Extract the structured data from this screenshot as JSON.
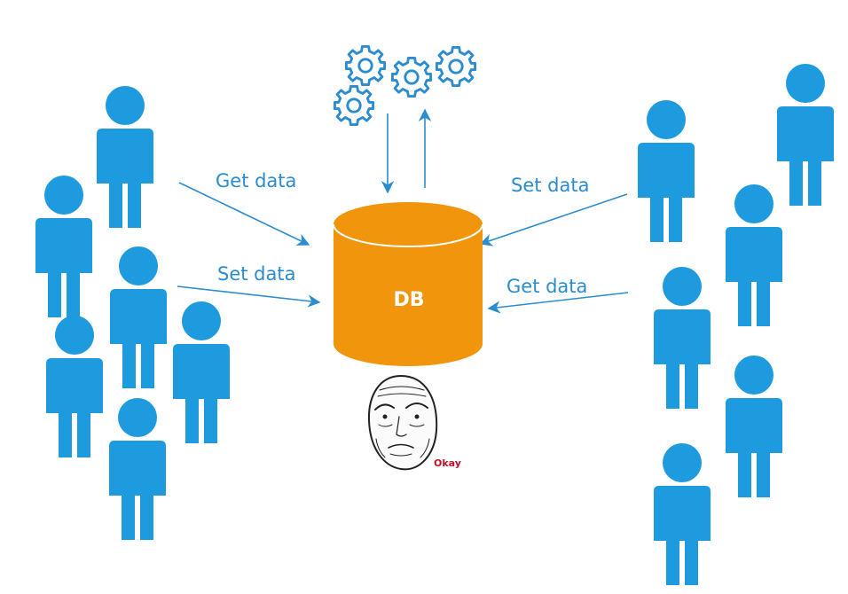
{
  "colors": {
    "person": "#1d9bde",
    "arrow": "#2b8ccf",
    "label": "#2b8ccf",
    "db_fill": "#f0950c",
    "db_text": "#ffffff",
    "okay_text": "#c0102a",
    "gear_stroke": "#2b8ccf"
  },
  "database": {
    "label": "DB"
  },
  "left_group": {
    "label_top": "Get data",
    "label_bottom": "Set data"
  },
  "right_group": {
    "label_top": "Set data",
    "label_bottom": "Get data"
  },
  "meme": {
    "caption": "Okay"
  },
  "icons": [
    "person-icon",
    "gear-icon",
    "database-icon",
    "okay-face-icon"
  ]
}
